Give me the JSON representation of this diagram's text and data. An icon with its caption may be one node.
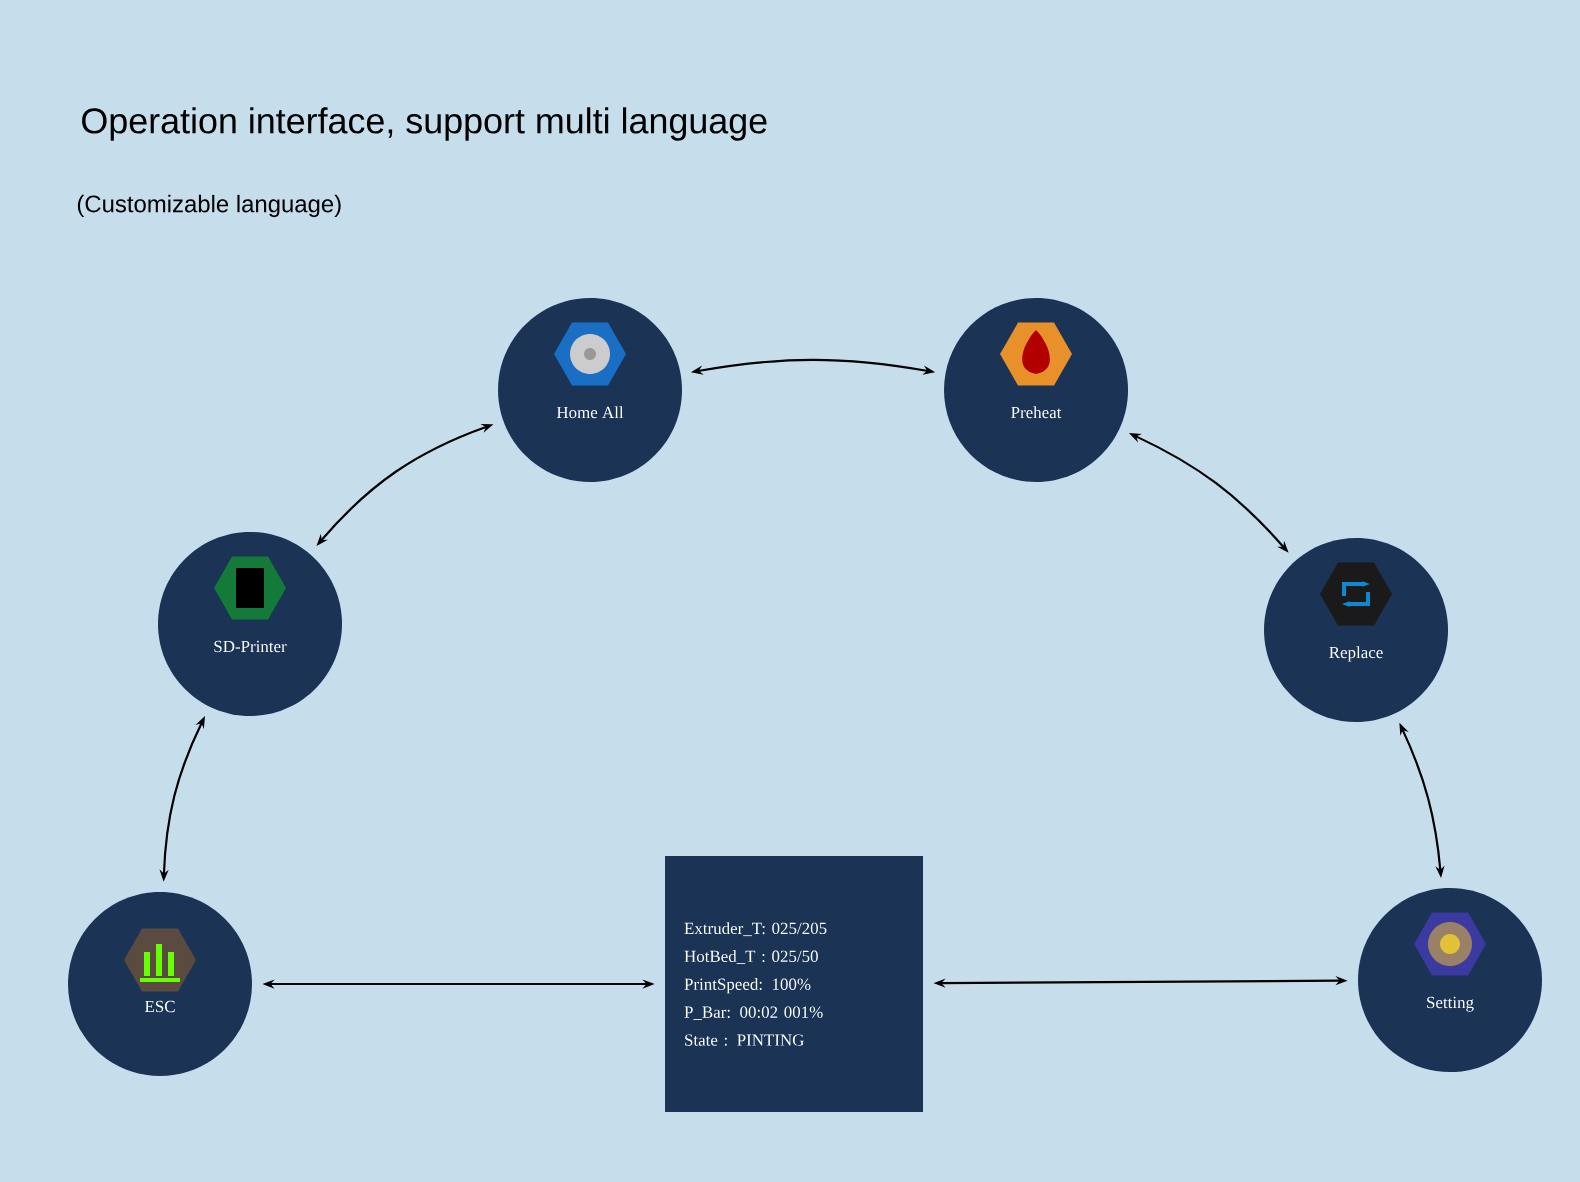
{
  "diagram": {
    "title": "Operation interface, support multi language",
    "nodes": [
      {
        "text": [
          "Home All"
        ]
      },
      {
        "text": [
          "Preheat"
        ]
      },
      {
        "text": [
          "SD-Printer"
        ]
      },
      {
        "text": [
          "Replace"
        ]
      },
      {
        "text": [
          "ESC"
        ]
      },
      {
        "text": [
          "Extruder_T: 025/205",
          "HotBed_T : 025/50",
          "PrintSpeed: 100%",
          "P_Bar: 00:02 001%",
          "State : PINTING"
        ]
      },
      {
        "text": [
          "Setting"
        ]
      }
    ],
    "edges": [
      {
        "from": 0,
        "to": 1,
        "arrow": "both"
      },
      {
        "from": 2,
        "to": 0,
        "arrow": "both"
      },
      {
        "from": 1,
        "to": 3,
        "arrow": "both"
      },
      {
        "from": 3,
        "to": 6,
        "arrow": "both"
      },
      {
        "from": 2,
        "to": 4,
        "arrow": "both"
      },
      {
        "from": 4,
        "to": 5,
        "arrow": "both"
      },
      {
        "from": 5,
        "to": 6,
        "arrow": "both"
      }
    ],
    "labels": [
      "(Customizable language)"
    ]
  }
}
